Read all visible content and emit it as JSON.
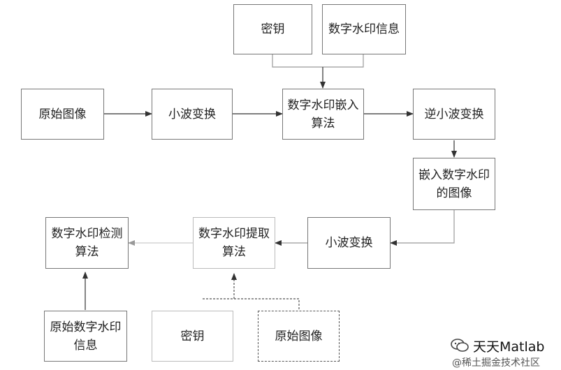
{
  "nodes": {
    "key_top": "密钥",
    "watermark_info": "数字水印信息",
    "original_image_top": "原始图像",
    "wavelet_transform_top": "小波变换",
    "embed_algorithm": "数字水印嵌入\n算法",
    "inverse_wavelet": "逆小波变换",
    "watermarked_image": "嵌入数字水印\n的图像",
    "wavelet_transform_bottom": "小波变换",
    "extract_algorithm": "数字水印提取\n算法",
    "detect_algorithm": "数字水印检测\n算法",
    "original_watermark_info": "原始数字水印\n信息",
    "key_bottom": "密钥",
    "original_image_bottom": "原始图像"
  },
  "watermark": {
    "title": "天天Matlab",
    "subtitle": "@稀土掘金技术社区"
  }
}
